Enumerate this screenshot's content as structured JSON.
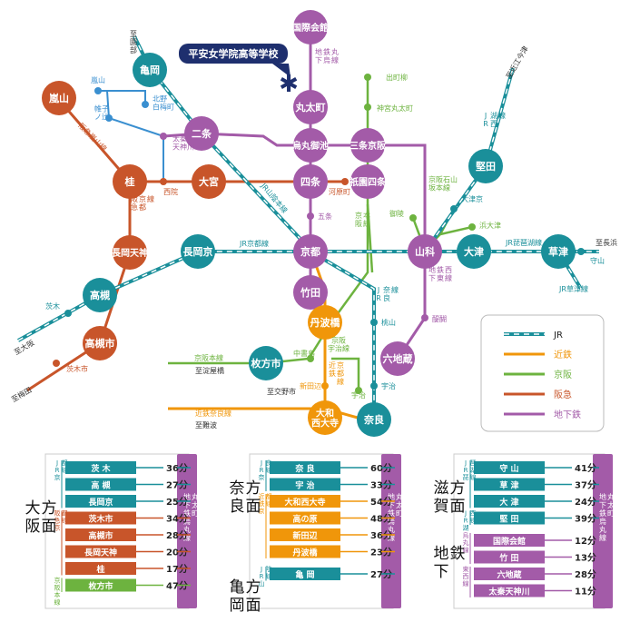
{
  "colors": {
    "jr": "#1a8f9a",
    "kintetsu": "#f0960a",
    "keihan": "#6db33f",
    "hankyu": "#c8552a",
    "subway": "#a35ba8",
    "dark": "#1e2f6e"
  },
  "school": {
    "name": "平安女学院高等学校"
  },
  "stations": {
    "kokusaikaikan": "国際会館",
    "marutamachi": "丸太町",
    "karasuma_oike": "烏丸御池",
    "sanjo_keihan": "三条京阪",
    "shijo": "四条",
    "gion_shijo": "祇園四条",
    "kyoto": "京都",
    "takeda": "竹田",
    "tambabashi": "丹波橋",
    "nara": "奈良",
    "yamato_saidaiji": "大和\n西大寺",
    "hirakatashi": "枚方市",
    "rokujizo": "六地蔵",
    "yamashina": "山科",
    "otsu": "大津",
    "kusatsu": "草津",
    "katata": "堅田",
    "kameoka": "亀岡",
    "nijo": "二条",
    "arashiyama": "嵐山",
    "katsura": "桂",
    "omiya": "大宮",
    "nagaoka_tenjin": "長岡天神",
    "nagaokakyo": "長岡京",
    "takatsuki": "高槻",
    "takatsukishi": "高槻市"
  },
  "small_labels": {
    "demachiyanagi": "出町柳",
    "jingu_marutamachi": "神宮丸太町",
    "kawaramachi": "河原町",
    "gojo": "五条",
    "saiin": "西院",
    "uzumasa": "太秦\n天神川",
    "kitano": "北野\n白梅町",
    "arashiyama_small": "嵐山",
    "randen_kitano": "嵐電北野線",
    "randen_arashiyama": "嵐電嵐山線",
    "katabiranotsuji": "帷子\nノ辻",
    "misasagi": "御陵",
    "hamaotsu": "浜大津",
    "otsukyo": "大津京",
    "moriyama": "守山",
    "ibaraki": "茨木",
    "ibarakishi": "茨木市",
    "momoyama": "桃山",
    "uji": "宇治",
    "uji_keihan": "宇治",
    "daigo": "醍醐",
    "chushojima": "中書島",
    "shintanabe": "新田辺"
  },
  "line_labels": {
    "sanin": "至園部",
    "kosei": "至近江今津",
    "osaka": "至大阪",
    "umeda": "至梅田",
    "yodoyabashi": "至淀屋橋",
    "kitano_line": "北野線",
    "naniwa": "至難波",
    "nagahama": "至長浜",
    "katano": "至交野市",
    "karasuma_line": "地下\n鉄烏\n丸線",
    "hankyu_arashiyama": "阪急嵐山線",
    "hankyu_kyoto": "阪急\n京都\n線",
    "jr_sagano": "JR山陰本線",
    "jr_kyoto": "JR京都線",
    "jr_kosei": "JR\n湖西\n線",
    "jr_biwako": "JR琵琶湖線",
    "jr_kusatsu": "JR草津線",
    "keihan_honsen": "京阪\n本線",
    "keihan_ishiyama": "京阪石山\n坂本線",
    "tozai": "地下\n鉄東\n西線",
    "jr_nara": "JR\n奈良\n線",
    "keihan_uji": "京阪\n宇治線",
    "kintetsu_kyoto": "近鉄\n京都線",
    "keihan_main": "京阪本線",
    "kintetsu_nara": "近鉄奈良線"
  },
  "legend": [
    {
      "name": "JR",
      "type": "jr"
    },
    {
      "name": "近鉄",
      "type": "kintetsu"
    },
    {
      "name": "京阪",
      "type": "keihan"
    },
    {
      "name": "阪急",
      "type": "hankyu"
    },
    {
      "name": "地下鉄",
      "type": "subway"
    }
  ],
  "timetables": [
    {
      "region": "大阪方面",
      "dest": "地下鉄烏丸線 丸太町",
      "groups": [
        {
          "line": "JR京都線",
          "type": "jr",
          "rows": [
            {
              "st": "茨 木",
              "min": "36分"
            },
            {
              "st": "高 槻",
              "min": "27分"
            },
            {
              "st": "長岡京",
              "min": "25分"
            }
          ]
        },
        {
          "line": "阪急京都線",
          "type": "hankyu",
          "rows": [
            {
              "st": "茨木市",
              "min": "34分"
            },
            {
              "st": "高槻市",
              "min": "28分"
            },
            {
              "st": "長岡天神",
              "min": "20分"
            },
            {
              "st": "桂",
              "min": "17分"
            }
          ]
        },
        {
          "line": "京阪本線",
          "type": "keihan",
          "rows": [
            {
              "st": "枚方市",
              "min": "47分"
            }
          ]
        }
      ]
    },
    {
      "region": "奈良方面",
      "region2": "亀岡方面",
      "dest": "地下鉄烏丸線 丸太町",
      "groups": [
        {
          "line": "JR奈良線",
          "type": "jr",
          "rows": [
            {
              "st": "奈 良",
              "min": "60分"
            },
            {
              "st": "宇 治",
              "min": "33分"
            }
          ]
        },
        {
          "line": "近鉄京都線",
          "type": "kintetsu",
          "rows": [
            {
              "st": "大和西大寺",
              "min": "54分"
            },
            {
              "st": "高の原",
              "min": "48分"
            },
            {
              "st": "新田辺",
              "min": "36分"
            },
            {
              "st": "丹波橋",
              "min": "23分"
            }
          ]
        },
        {
          "line": "JR山陰線",
          "type": "jr",
          "region_break": true,
          "rows": [
            {
              "st": "亀 岡",
              "min": "27分"
            }
          ]
        }
      ]
    },
    {
      "region": "滋賀方面",
      "region2": "地下鉄",
      "dest": "地下鉄烏丸線 丸太町",
      "groups": [
        {
          "line": "JR琵琶湖線",
          "type": "jr",
          "rows": [
            {
              "st": "守 山",
              "min": "41分"
            },
            {
              "st": "草 津",
              "min": "37分"
            },
            {
              "st": "大 津",
              "min": "24分"
            }
          ]
        },
        {
          "line": "JR湖西線",
          "type": "jr",
          "rows": [
            {
              "st": "堅 田",
              "min": "39分"
            }
          ]
        },
        {
          "line": "烏丸線",
          "type": "subway",
          "region_break": true,
          "rows": [
            {
              "st": "国際会館",
              "min": "12分"
            },
            {
              "st": "竹 田",
              "min": "13分"
            }
          ]
        },
        {
          "line": "東西線",
          "type": "subway",
          "rows": [
            {
              "st": "六地蔵",
              "min": "28分"
            },
            {
              "st": "太秦天神川",
              "min": "11分"
            }
          ]
        }
      ]
    }
  ]
}
